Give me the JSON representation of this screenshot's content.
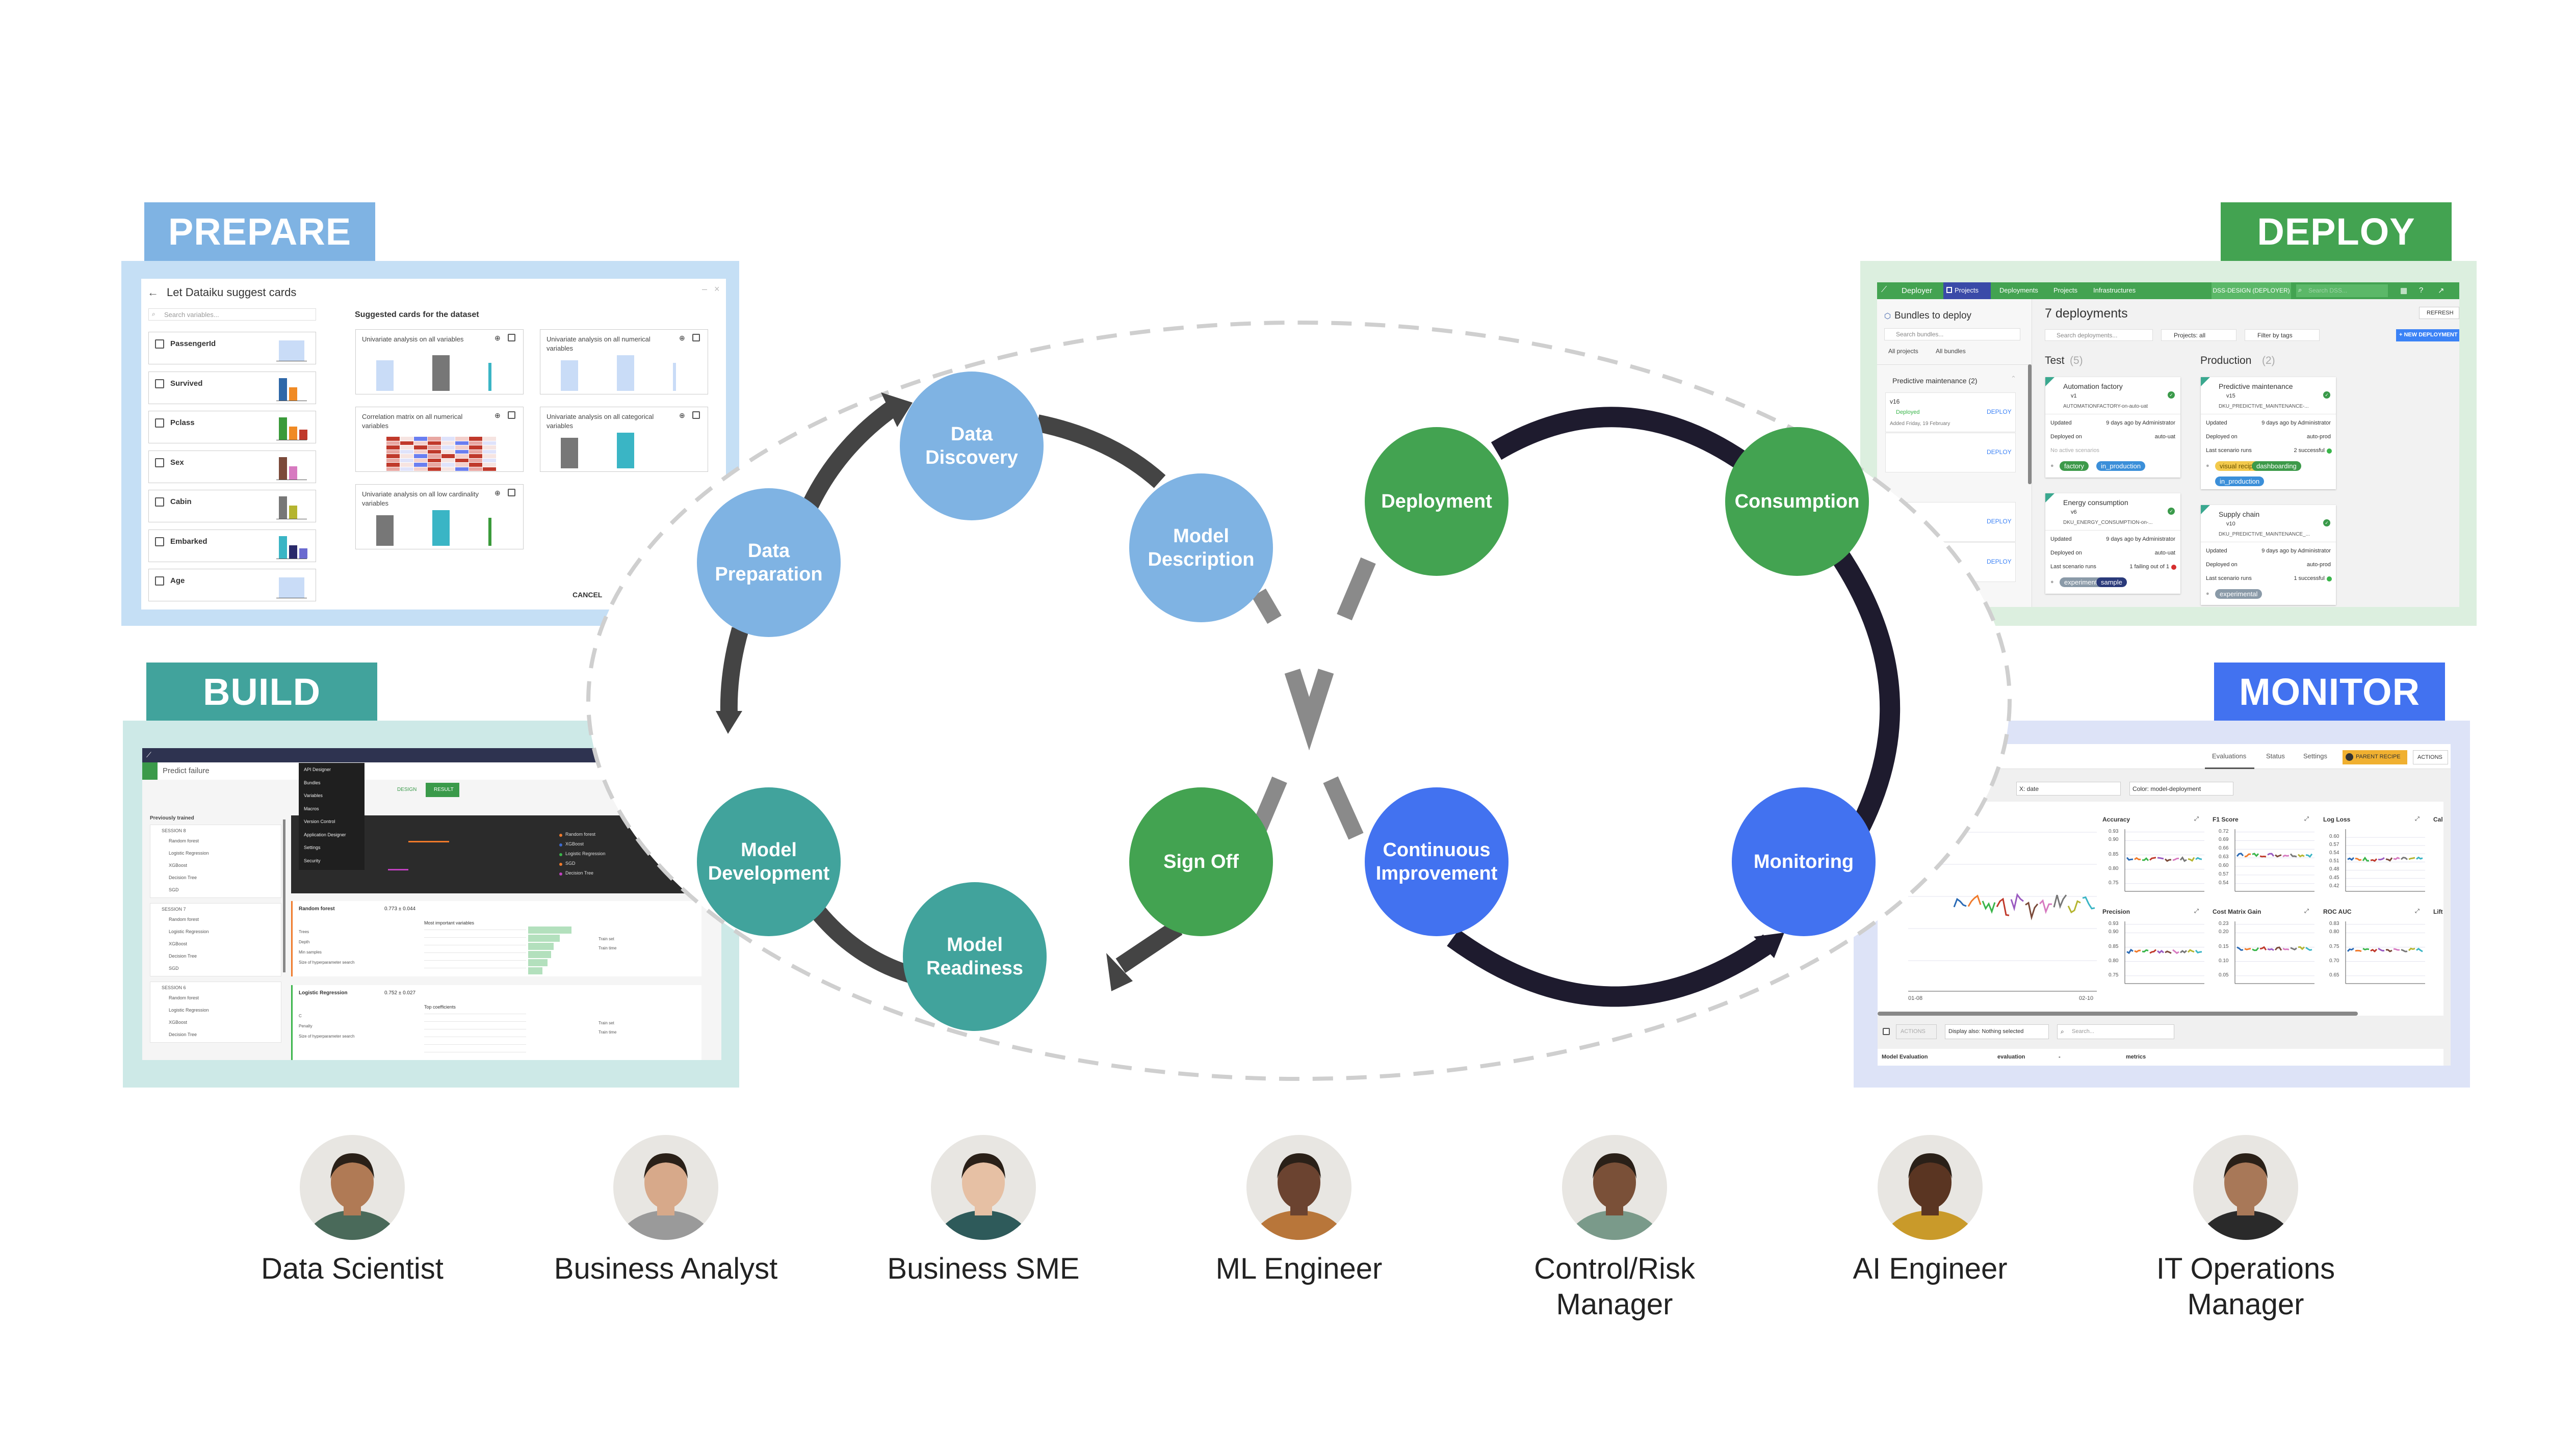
{
  "stages": {
    "prepare": {
      "label": "PREPARE",
      "color": "#7fb3e3",
      "panel": "#c5dff5"
    },
    "build": {
      "label": "BUILD",
      "color": "#41a39c",
      "panel": "#cde9e7"
    },
    "deploy": {
      "label": "DEPLOY",
      "color": "#43a351",
      "panel": "#dcefdf"
    },
    "monitor": {
      "label": "MONITOR",
      "color": "#4272f0",
      "panel": "#dde3f7"
    }
  },
  "cycle": {
    "arrow_colors": {
      "left_loop": "#444444",
      "right_loop": "#1e1b2e",
      "center_link": "#8a8a8a",
      "outline": "#cfcfcf"
    },
    "nodes": [
      {
        "lines": [
          "Data",
          "Discovery"
        ],
        "color": "#7fb3e3"
      },
      {
        "lines": [
          "Data",
          "Preparation"
        ],
        "color": "#7fb3e3"
      },
      {
        "lines": [
          "Model",
          "Description"
        ],
        "color": "#7fb3e3"
      },
      {
        "lines": [
          "Deployment"
        ],
        "color": "#43a351"
      },
      {
        "lines": [
          "Consumption"
        ],
        "color": "#43a351"
      },
      {
        "lines": [
          "Model",
          "Development"
        ],
        "color": "#41a39c"
      },
      {
        "lines": [
          "Model",
          "Readiness"
        ],
        "color": "#41a39c"
      },
      {
        "lines": [
          "Sign Off"
        ],
        "color": "#43a351"
      },
      {
        "lines": [
          "Continuous",
          "Improvement"
        ],
        "color": "#4272f0"
      },
      {
        "lines": [
          "Monitoring"
        ],
        "color": "#4272f0"
      }
    ]
  },
  "personas": [
    {
      "lines": [
        "Data Scientist"
      ],
      "skin": "#b07a55",
      "shirt": "#4a6a5a"
    },
    {
      "lines": [
        "Business Analyst"
      ],
      "skin": "#d7a98a",
      "shirt": "#9a9a9a"
    },
    {
      "lines": [
        "Business SME"
      ],
      "skin": "#e6c0a4",
      "shirt": "#2e5a5a"
    },
    {
      "lines": [
        "ML Engineer"
      ],
      "skin": "#6b4330",
      "shirt": "#b8763a"
    },
    {
      "lines": [
        "Control/Risk",
        "Manager"
      ],
      "skin": "#7a5038",
      "shirt": "#7a9a8a"
    },
    {
      "lines": [
        "AI Engineer"
      ],
      "skin": "#5a3522",
      "shirt": "#c99a2a"
    },
    {
      "lines": [
        "IT Operations",
        "Manager"
      ],
      "skin": "#a87858",
      "shirt": "#2a2a2a"
    }
  ],
  "prepare_ui": {
    "title": "Let Dataiku suggest cards",
    "search_placeholder": "Search variables...",
    "variables": [
      {
        "name": "PassengerId",
        "bars": [
          "#c9dcf7"
        ]
      },
      {
        "name": "Survived",
        "bars": [
          "#2f68a8",
          "#f08a24"
        ]
      },
      {
        "name": "Pclass",
        "bars": [
          "#3a9a3a",
          "#f08a24",
          "#c0392b"
        ]
      },
      {
        "name": "Sex",
        "bars": [
          "#7b4a3a",
          "#d77ac0"
        ]
      },
      {
        "name": "Cabin",
        "bars": [
          "#777777",
          "#b5b530"
        ]
      },
      {
        "name": "Embarked",
        "bars": [
          "#3ab5c5",
          "#2a2a6a",
          "#6a6ad0"
        ]
      },
      {
        "name": "Age",
        "bars": [
          "#c9dcf7"
        ]
      }
    ],
    "suggested_heading": "Suggested cards for the dataset",
    "cards": [
      "Univariate analysis on all variables",
      "Univariate analysis on all numerical variables",
      "Correlation matrix on all numerical variables",
      "Univariate analysis on all categorical variables",
      "Univariate analysis on all low cardinality variables"
    ],
    "cancel": "CANCEL"
  },
  "build_ui": {
    "page_title": "Predict failure",
    "tabs": [
      "DESIGN",
      "RESULT"
    ],
    "menu": [
      "API Designer",
      "Bundles",
      "Variables",
      "Macros",
      "Version Control",
      "Application Designer",
      "Settings",
      "Security"
    ],
    "list_header": "Previously trained",
    "sessions": [
      {
        "title": "SESSION 8",
        "models": [
          "Random forest",
          "Logistic Regression",
          "XGBoost",
          "Decision Tree",
          "SGD"
        ]
      },
      {
        "title": "SESSION 7",
        "models": [
          "Random forest",
          "Logistic Regression",
          "XGBoost",
          "Decision Tree",
          "SGD"
        ]
      },
      {
        "title": "SESSION 6",
        "models": [
          "Random forest",
          "Logistic Regression",
          "XGBoost",
          "Decision Tree"
        ]
      }
    ],
    "legend": [
      {
        "name": "Random forest",
        "color": "#f07a2a"
      },
      {
        "name": "XGBoost",
        "color": "#3a6ad0"
      },
      {
        "name": "Logistic Regression",
        "color": "#3ab54a"
      },
      {
        "name": "SGD",
        "color": "#f07a2a"
      },
      {
        "name": "Decision Tree",
        "color": "#c040c0"
      }
    ],
    "details": [
      {
        "model": "Random forest",
        "score": "0.773 ± 0.044",
        "section": "Most important variables",
        "params": [
          "Trees",
          "Depth",
          "Min samples",
          "Size of hyperparameter search"
        ],
        "accent": "#f07a2a"
      },
      {
        "model": "Logistic Regression",
        "score": "0.752 ± 0.027",
        "section": "Top coefficients",
        "params": [
          "C",
          "Penalty",
          "Size of hyperparameter search"
        ],
        "accent": "#3ab54a"
      }
    ],
    "train_labels": [
      "Train set",
      "Train time"
    ]
  },
  "deploy_ui": {
    "nav": {
      "app": "Deployer",
      "tabs": [
        "Projects",
        "Deployments",
        "Projects",
        "Infrastructures"
      ],
      "instance": "DSS-DESIGN (DEPLOYER)",
      "search_placeholder": "Search DSS..."
    },
    "sidebar": {
      "title": "Bundles to deploy",
      "search_placeholder": "Search bundles...",
      "filters": [
        "All projects",
        "All bundles"
      ],
      "group": "Predictive maintenance (2)",
      "bundle_version": "v16",
      "bundle_status": "Deployed",
      "bundle_date": "Added Friday, 19 February",
      "deploy_label": "DEPLOY"
    },
    "main": {
      "title": "7 deployments",
      "refresh": "REFRESH",
      "search_placeholder": "Search deployments...",
      "projects_filter": "Projects: all",
      "tags_filter": "Filter by tags",
      "new_deployment": "+ NEW DEPLOYMENT",
      "row_labels": {
        "updated": "Updated",
        "deployed_on": "Deployed on",
        "scenarios": "Last scenario runs"
      },
      "columns": [
        {
          "title": "Test",
          "count": "(5)",
          "cards": [
            {
              "name": "Automation factory",
              "version": "v1",
              "id": "AUTOMATIONFACTORY-on-auto-uat",
              "updated": "9 days ago by Administrator",
              "deployed_on": "auto-uat",
              "scenarios": "No active scenarios",
              "scenario_status": "none",
              "tags": [
                {
                  "text": "factory",
                  "color": "#3d9a4a"
                },
                {
                  "text": "in_production",
                  "color": "#3b8fd9"
                }
              ]
            },
            {
              "name": "Energy consumption",
              "version": "v6",
              "id": "DKU_ENERGY_CONSUMPTION-on-...",
              "updated": "9 days ago by Administrator",
              "deployed_on": "auto-uat",
              "scenarios": "1 failing out of 1",
              "scenario_status": "#d62f2f",
              "tags": [
                {
                  "text": "experimental",
                  "color": "#8a9aa8"
                },
                {
                  "text": "sample",
                  "color": "#2a3a7a"
                }
              ]
            }
          ]
        },
        {
          "title": "Production",
          "count": "(2)",
          "cards": [
            {
              "name": "Predictive maintenance",
              "version": "v15",
              "id": "DKU_PREDICTIVE_MAINTENANCE-...",
              "updated": "9 days ago by Administrator",
              "deployed_on": "auto-prod",
              "scenarios": "2 successful",
              "scenario_status": "#3ab54a",
              "tags": [
                {
                  "text": "visual recipe",
                  "color": "#f2c94c"
                },
                {
                  "text": "dashboarding",
                  "color": "#3d9a4a"
                },
                {
                  "text": "in_production",
                  "color": "#3b8fd9"
                }
              ]
            },
            {
              "name": "Supply chain",
              "version": "v10",
              "id": "DKU_PREDICTIVE_MAINTENANCE_...",
              "updated": "9 days ago by Administrator",
              "deployed_on": "auto-prod",
              "scenarios": "1 successful",
              "scenario_status": "#3ab54a",
              "tags": [
                {
                  "text": "experimental",
                  "color": "#8a9aa8"
                }
              ]
            }
          ]
        }
      ]
    }
  },
  "monitor_ui": {
    "tabs": [
      "Evaluations",
      "Status",
      "Settings"
    ],
    "active_tab": "Evaluations",
    "parent_recipe": "PARENT RECIPE",
    "actions": "ACTIONS",
    "x_select": "X: date",
    "color_select": "Color: model-deployment",
    "x_ticks": [
      "01-08",
      "02-10"
    ],
    "metrics": [
      {
        "title": "Accuracy",
        "yticks": [
          "0.93",
          "0.90",
          "0.85",
          "0.80",
          "0.75"
        ],
        "ymin": 0.73,
        "ymax": 0.94,
        "level": 0.835
      },
      {
        "title": "F1 Score",
        "yticks": [
          "0.72",
          "0.69",
          "0.66",
          "0.63",
          "0.60",
          "0.57",
          "0.54"
        ],
        "ymin": 0.52,
        "ymax": 0.73,
        "level": 0.64
      },
      {
        "title": "Log Loss",
        "yticks": [
          "0.60",
          "0.57",
          "0.54",
          "0.51",
          "0.48",
          "0.45",
          "0.42"
        ],
        "ymin": 0.41,
        "ymax": 0.63,
        "level": 0.52
      },
      {
        "title": "Cal",
        "yticks": [],
        "partial": true
      },
      {
        "title": "Precision",
        "yticks": [
          "0.93",
          "0.90",
          "0.85",
          "0.80",
          "0.75"
        ],
        "ymin": 0.73,
        "ymax": 0.94,
        "level": 0.835
      },
      {
        "title": "Cost Matrix Gain",
        "yticks": [
          "0.23",
          "0.20",
          "0.15",
          "0.10",
          "0.05"
        ],
        "ymin": 0.03,
        "ymax": 0.24,
        "level": 0.145
      },
      {
        "title": "ROC AUC",
        "yticks": [
          "0.83",
          "0.80",
          "0.75",
          "0.70",
          "0.65"
        ],
        "ymin": 0.63,
        "ymax": 0.84,
        "level": 0.74
      },
      {
        "title": "Lift",
        "yticks": [],
        "partial": true
      }
    ],
    "bottom": {
      "actions": "ACTIONS",
      "display_also": "Display also: Nothing selected",
      "search_placeholder": "Search..."
    },
    "table_headers": [
      "Model Evaluation",
      "evaluation",
      "-",
      "metrics"
    ],
    "accent_orange": "#f0b030"
  }
}
